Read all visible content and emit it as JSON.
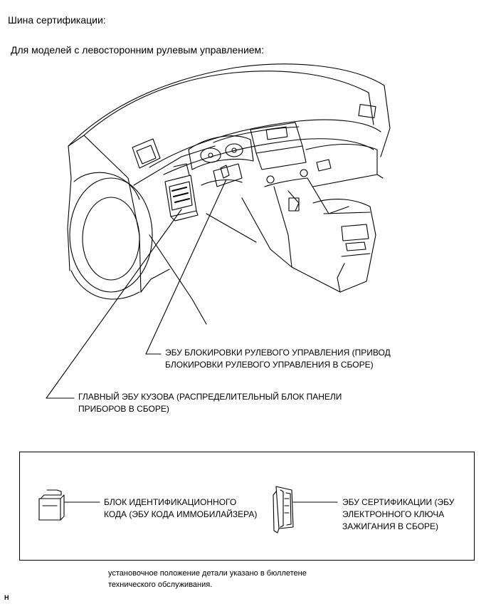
{
  "header": {
    "title": "Шина сертификации:",
    "subtitle": "Для моделей с левосторонним рулевым управлением:"
  },
  "callouts": {
    "steering_lock_ecu": {
      "line1": "ЭБУ БЛОКИРОВКИ РУЛЕВОГО УПРАВЛЕНИЯ (ПРИВОД",
      "line2": "БЛОКИРОВКИ РУЛЕВОГО УПРАВЛЕНИЯ В СБОРЕ)"
    },
    "main_body_ecu": {
      "line1": "ГЛАВНЫЙ ЭБУ КУЗОВА (РАСПРЕДЕЛИТЕЛЬНЫЙ БЛОК ПАНЕЛИ",
      "line2": "ПРИБОРОВ В СБОРЕ)"
    }
  },
  "legend_box": {
    "id_code_box": {
      "line1": "БЛОК ИДЕНТИФИКАЦИОННОГО",
      "line2": "КОДА (ЭБУ КОДА ИММОБИЛАЙЗЕРА)"
    },
    "certification_ecu": {
      "line1": "ЭБУ СЕРТИФИКАЦИИ (ЭБУ",
      "line2": "ЭЛЕКТРОННОГО КЛЮЧА",
      "line3": "ЗАЖИГАНИЯ В СБОРЕ)"
    }
  },
  "footnote": {
    "line1": "установочное положение детали указано в бюллетене",
    "line2": "технического обслуживания."
  },
  "figure_marker": "H"
}
